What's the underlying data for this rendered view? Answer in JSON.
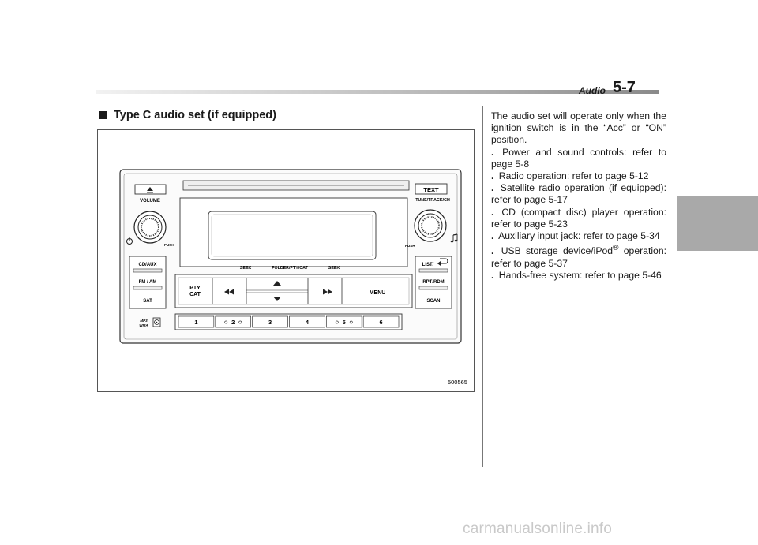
{
  "header": {
    "section": "Audio",
    "page": "5-7"
  },
  "section_title": "Type C audio set (if equipped)",
  "figure": {
    "id": "500565",
    "labels": {
      "volume": "VOLUME",
      "push_left": "PUSH",
      "push_right": "PUSH",
      "text_btn": "TEXT",
      "tune": "TUNE/TRACK/CH",
      "seek_left": "SEEK",
      "folder": "FOLDER/PTY/CAT",
      "seek_right": "SEEK",
      "cd_aux": "CD/AUX",
      "fm_am": "FM / AM",
      "sat": "SAT",
      "pty": "PTY",
      "cat": "CAT",
      "menu": "MENU",
      "list": "LIST/",
      "rpt": "RPT/RDM",
      "scan": "SCAN",
      "mp3": "MP3",
      "wma": "WMA",
      "presets": [
        "1",
        "2",
        "3",
        "4",
        "5",
        "6"
      ]
    }
  },
  "intro": "The audio set will operate only when the ignition switch is in the “Acc” or “ON” position.",
  "bullets": [
    "Power and sound controls: refer to page 5-8",
    "Radio operation: refer to page 5-12",
    "Satellite radio operation (if equipped): refer to page 5-17",
    "CD (compact disc) player operation: refer to page 5-23",
    "Auxiliary input jack: refer to page 5-34",
    "USB storage device/iPod",
    "Hands-free system: refer to page 5-46"
  ],
  "ipod_sup": "®",
  "ipod_rest": " operation: refer to page 5-37",
  "bullet_marker": ".",
  "watermark": "carmanualsonline.info"
}
